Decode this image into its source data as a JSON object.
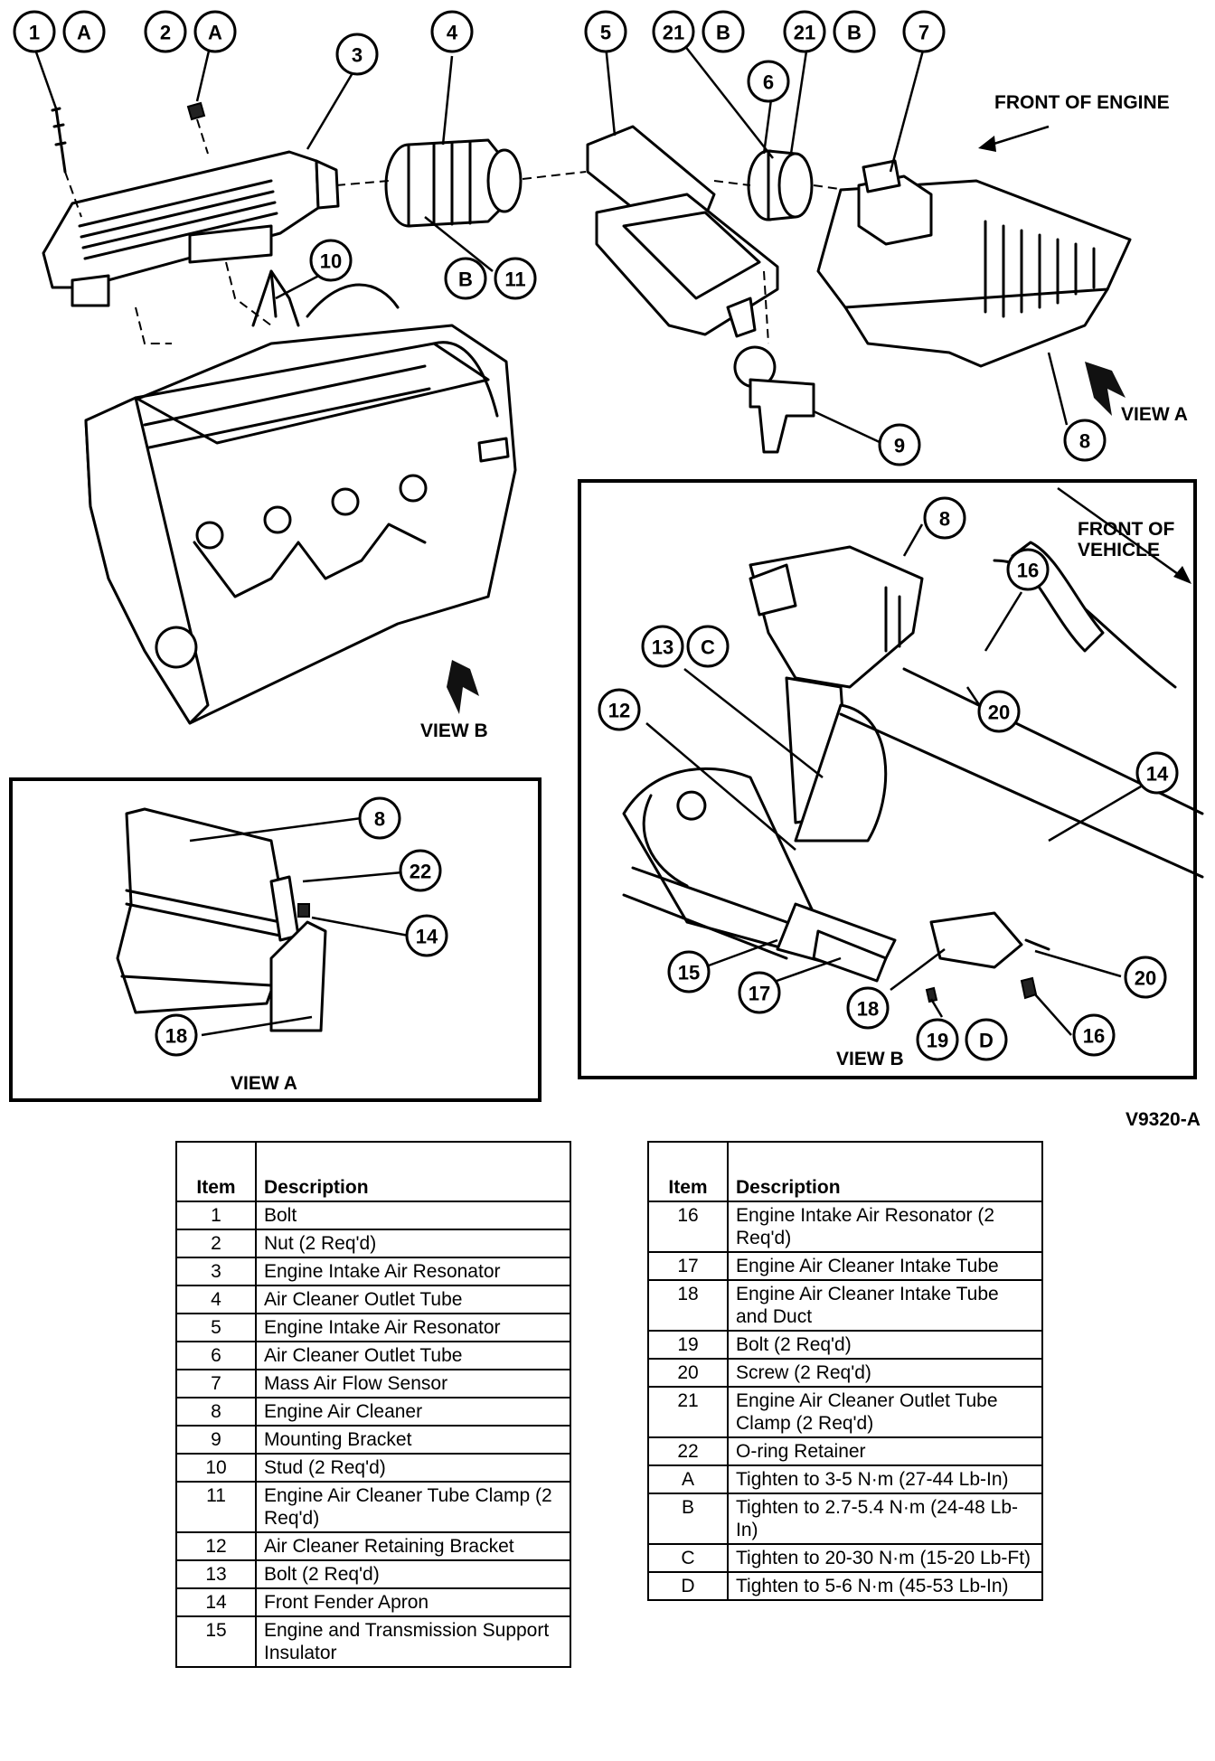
{
  "diagram": {
    "callouts": [
      {
        "num": "1",
        "torque": "A"
      },
      {
        "num": "2",
        "torque": "A"
      },
      {
        "num": "3",
        "torque": ""
      },
      {
        "num": "4",
        "torque": ""
      },
      {
        "num": "5",
        "torque": ""
      },
      {
        "num": "21",
        "torque": "B"
      },
      {
        "num": "21",
        "torque": "B"
      },
      {
        "num": "6",
        "torque": ""
      },
      {
        "num": "7",
        "torque": ""
      },
      {
        "num": "10",
        "torque": ""
      },
      {
        "num": "11",
        "torque": "B"
      },
      {
        "num": "9",
        "torque": ""
      },
      {
        "num": "8",
        "torque": ""
      },
      {
        "num": "8",
        "torque": ""
      },
      {
        "num": "22",
        "torque": ""
      },
      {
        "num": "14",
        "torque": ""
      },
      {
        "num": "18",
        "torque": ""
      },
      {
        "num": "8",
        "torque": ""
      },
      {
        "num": "16",
        "torque": ""
      },
      {
        "num": "13",
        "torque": "C"
      },
      {
        "num": "12",
        "torque": ""
      },
      {
        "num": "20",
        "torque": ""
      },
      {
        "num": "14",
        "torque": ""
      },
      {
        "num": "15",
        "torque": ""
      },
      {
        "num": "17",
        "torque": ""
      },
      {
        "num": "18",
        "torque": ""
      },
      {
        "num": "20",
        "torque": ""
      },
      {
        "num": "19",
        "torque": "D"
      },
      {
        "num": "16",
        "torque": ""
      }
    ],
    "labels": {
      "front_of_engine": "FRONT OF ENGINE",
      "view_a_arrow": "VIEW A",
      "view_b_arrow": "VIEW B",
      "front_of_vehicle_line1": "FRONT OF",
      "front_of_vehicle_line2": "VEHICLE",
      "view_b_inset": "VIEW B",
      "view_a_inset": "VIEW A",
      "figure_id": "V9320-A"
    }
  },
  "table_left": {
    "headers": {
      "item": "Item",
      "description": "Description"
    },
    "rows": [
      {
        "item": "1",
        "description": "Bolt"
      },
      {
        "item": "2",
        "description": "Nut (2 Req'd)"
      },
      {
        "item": "3",
        "description": "Engine Intake Air Resonator"
      },
      {
        "item": "4",
        "description": "Air Cleaner Outlet Tube"
      },
      {
        "item": "5",
        "description": "Engine Intake Air Resonator"
      },
      {
        "item": "6",
        "description": "Air Cleaner Outlet Tube"
      },
      {
        "item": "7",
        "description": "Mass Air Flow Sensor"
      },
      {
        "item": "8",
        "description": "Engine Air Cleaner"
      },
      {
        "item": "9",
        "description": "Mounting Bracket"
      },
      {
        "item": "10",
        "description": "Stud (2 Req'd)"
      },
      {
        "item": "11",
        "description": "Engine Air Cleaner Tube Clamp (2 Req'd)"
      },
      {
        "item": "12",
        "description": "Air Cleaner Retaining Bracket"
      },
      {
        "item": "13",
        "description": "Bolt (2 Req'd)"
      },
      {
        "item": "14",
        "description": "Front Fender Apron"
      },
      {
        "item": "15",
        "description": "Engine and Transmission Support Insulator"
      }
    ]
  },
  "table_right": {
    "headers": {
      "item": "Item",
      "description": "Description"
    },
    "rows": [
      {
        "item": "16",
        "description": "Engine Intake Air Resonator (2 Req'd)"
      },
      {
        "item": "17",
        "description": "Engine Air Cleaner Intake Tube"
      },
      {
        "item": "18",
        "description": "Engine Air Cleaner Intake Tube and Duct"
      },
      {
        "item": "19",
        "description": "Bolt (2 Req'd)"
      },
      {
        "item": "20",
        "description": "Screw (2 Req'd)"
      },
      {
        "item": "21",
        "description": "Engine Air Cleaner Outlet Tube Clamp (2 Req'd)"
      },
      {
        "item": "22",
        "description": "O-ring Retainer"
      },
      {
        "item": "A",
        "description": "Tighten to 3-5 N·m (27-44 Lb-In)"
      },
      {
        "item": "B",
        "description": "Tighten to 2.7-5.4 N·m (24-48 Lb-In)"
      },
      {
        "item": "C",
        "description": "Tighten to 20-30 N·m (15-20 Lb-Ft)"
      },
      {
        "item": "D",
        "description": "Tighten to 5-6 N·m (45-53 Lb-In)"
      }
    ]
  }
}
